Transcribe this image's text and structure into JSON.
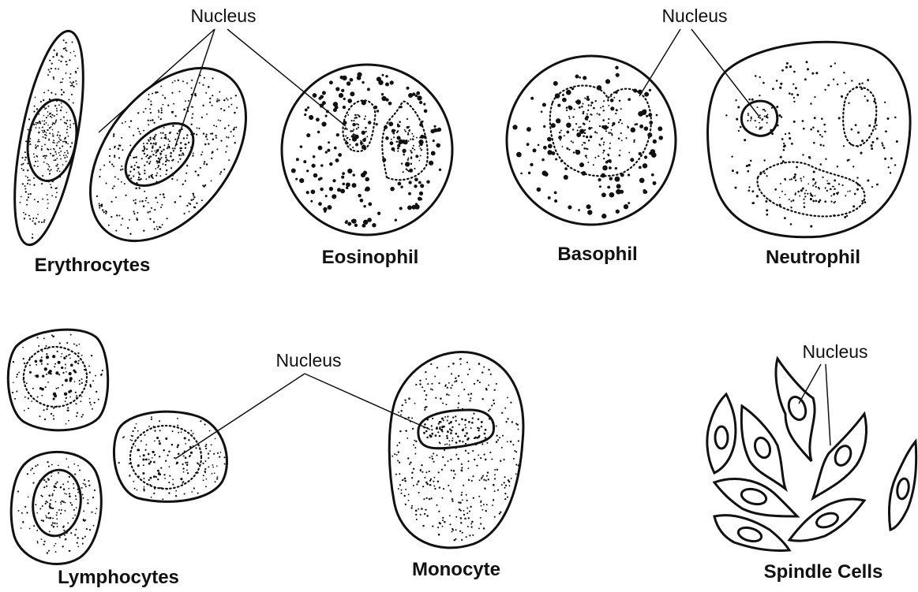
{
  "labels": {
    "erythrocytes": "Erythrocytes",
    "eosinophil": "Eosinophil",
    "basophil": "Basophil",
    "neutrophil": "Neutrophil",
    "lymphocytes": "Lymphocytes",
    "monocyte": "Monocyte",
    "spindle_cells": "Spindle Cells"
  },
  "nucleus_labels": {
    "top_left": "Nucleus",
    "top_right": "Nucleus",
    "middle": "Nucleus",
    "spindle": "Nucleus"
  }
}
